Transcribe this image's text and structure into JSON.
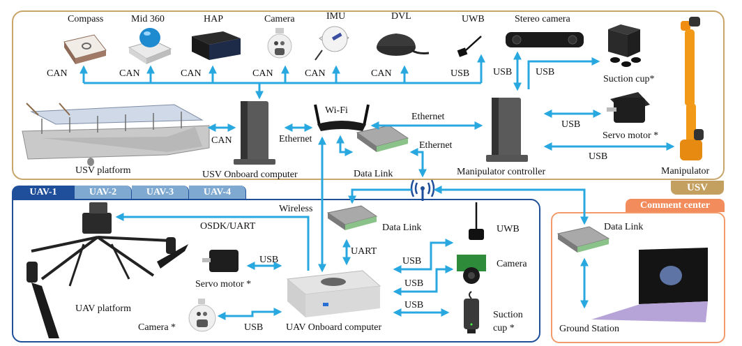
{
  "colors": {
    "usv_border": "#c8a56a",
    "usv_tag": "#c4a060",
    "uav_border": "#1f4f9a",
    "uav_tab_active": "#1f4f9a",
    "uav_tab_inactive": "#7fa9d0",
    "comment_center_border": "#f29a6a",
    "comment_center_tag": "#f28c5c",
    "connection": "#29a8e0"
  },
  "usv": {
    "tag": "USV",
    "sensors": [
      {
        "name": "Compass",
        "link": "CAN"
      },
      {
        "name": "Mid 360",
        "link": "CAN"
      },
      {
        "name": "HAP",
        "link": "CAN"
      },
      {
        "name": "Camera",
        "link": "CAN"
      },
      {
        "name": "IMU",
        "link": "CAN"
      },
      {
        "name": "DVL",
        "link": "CAN"
      },
      {
        "name": "UWB",
        "link": "USB"
      }
    ],
    "stereo_camera": "Stereo camera",
    "stereo_links": [
      "USB",
      "USB"
    ],
    "suction_cup": "Suction cup*",
    "platform": "USV platform",
    "platform_link": "CAN",
    "onboard_computer": "USV Onboard computer",
    "onboard_to_wifi": "Ethernet",
    "wifi": "Wi-Fi",
    "wifi_to_manipulator": "Ethernet",
    "data_link": "Data Link",
    "data_link_link": "Ethernet",
    "manipulator_controller": "Manipulator controller",
    "servo_motor": "Servo motor *",
    "servo_link": "USB",
    "manipulator": "Manipulator",
    "manipulator_link": "USB"
  },
  "uav": {
    "tabs": [
      "UAV-1",
      "UAV-2",
      "UAV-3",
      "UAV-4"
    ],
    "active_tab": "UAV-1",
    "platform": "UAV platform",
    "wireless": "Wireless",
    "osdk_link": "OSDK/UART",
    "data_link": "Data Link",
    "data_link_link": "UART",
    "servo_motor": "Servo motor *",
    "servo_link": "USB",
    "camera_star": "Camera *",
    "camera_star_link": "USB",
    "onboard_computer": "UAV Onboard computer",
    "uwb": "UWB",
    "uwb_link": "USB",
    "camera": "Camera",
    "camera_link": "USB",
    "suction_cup": "Suction cup *",
    "suction_link": "USB"
  },
  "comment_center": {
    "tag": "Comment center",
    "data_link": "Data Link",
    "ground_station": "Ground Station"
  }
}
